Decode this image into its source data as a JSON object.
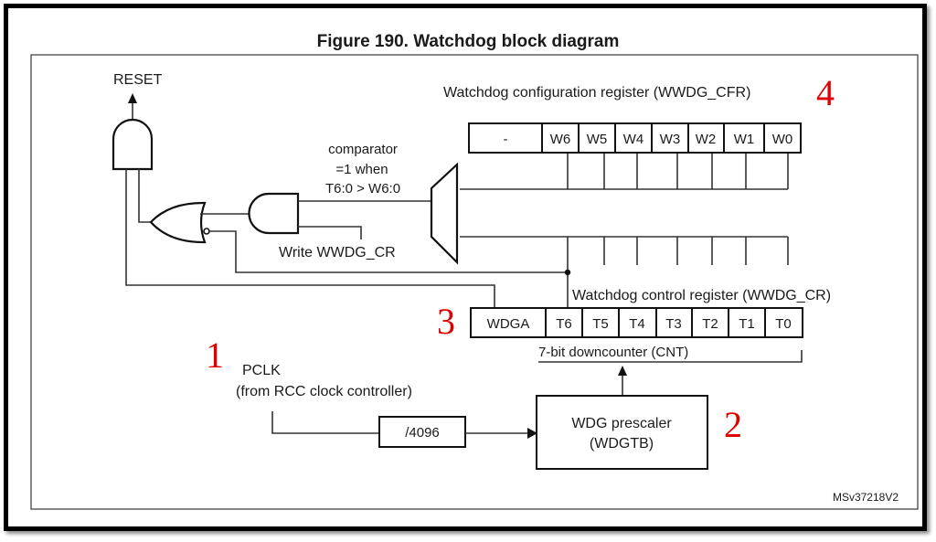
{
  "figure_title": "Figure 190. Watchdog block diagram",
  "reset_label": "RESET",
  "comparator": {
    "line1": "comparator",
    "line2": "=1 when",
    "line3": "T6:0 > W6:0"
  },
  "write_label": "Write WWDG_CR",
  "cfr": {
    "title": "Watchdog configuration register (WWDG_CFR)",
    "cells": [
      "-",
      "W6",
      "W5",
      "W4",
      "W3",
      "W2",
      "W1",
      "W0"
    ]
  },
  "cr": {
    "title": "Watchdog control register (WWDG_CR)",
    "cells": [
      "WDGA",
      "T6",
      "T5",
      "T4",
      "T3",
      "T2",
      "T1",
      "T0"
    ],
    "counter_label": "7-bit downcounter (CNT)"
  },
  "pclk": {
    "line1": "PCLK",
    "line2": "(from RCC clock controller)"
  },
  "divider_label": "/4096",
  "prescaler": {
    "line1": "WDG prescaler",
    "line2": "(WDGTB)"
  },
  "annotations": [
    "1",
    "2",
    "3",
    "4"
  ],
  "figure_id": "MSv37218V2",
  "colors": {
    "annotation": "#e00000",
    "line": "#333333"
  }
}
